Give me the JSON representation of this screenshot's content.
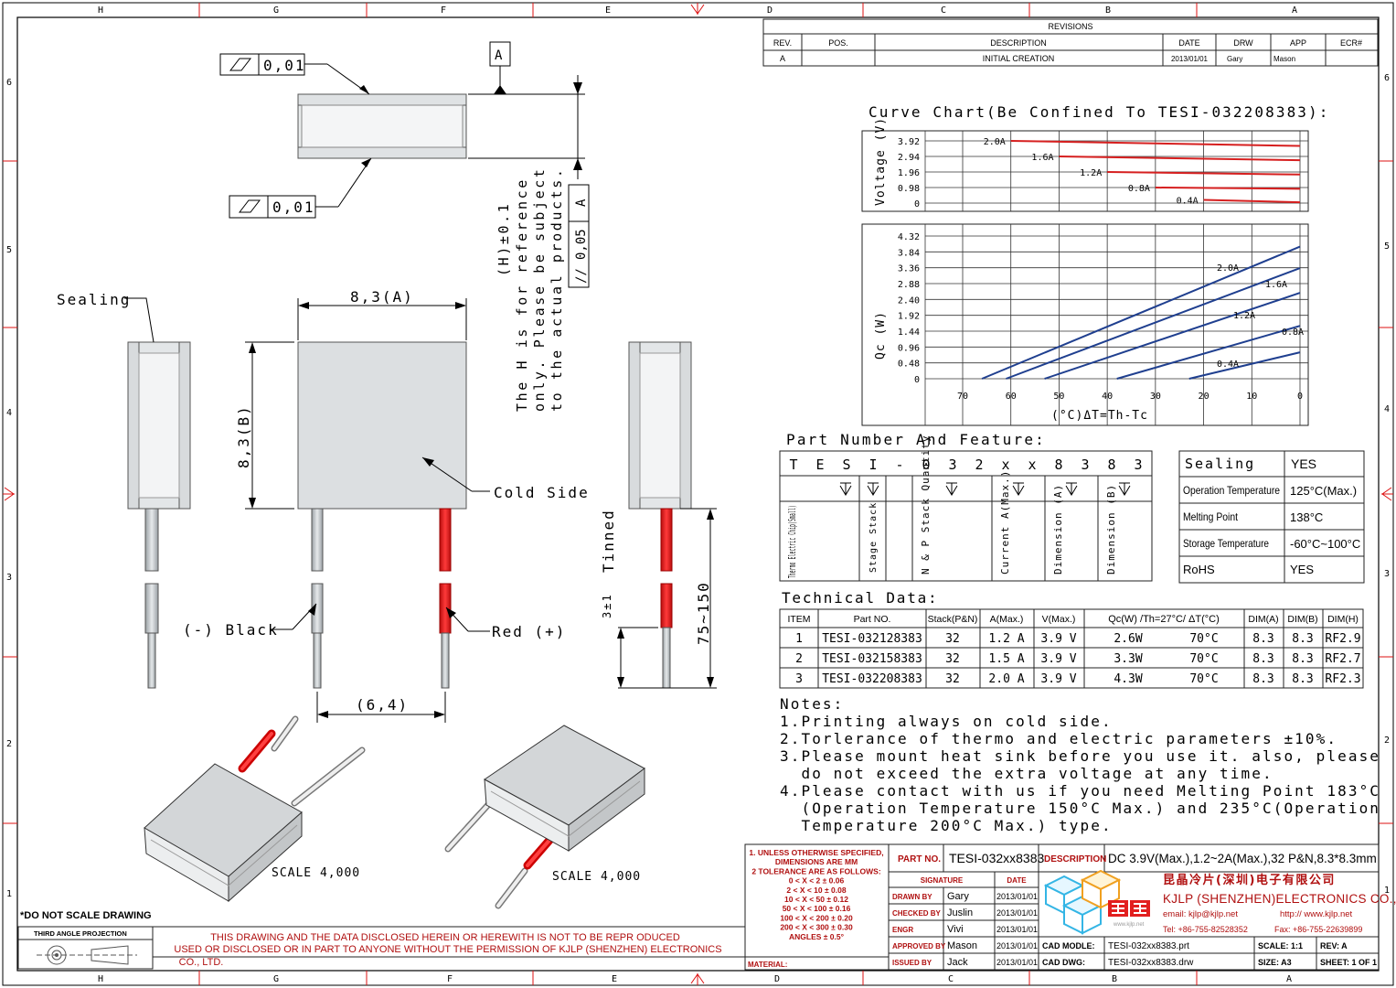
{
  "border": {
    "columns": [
      "H",
      "G",
      "F",
      "E",
      "D",
      "C",
      "B",
      "A"
    ],
    "rows": [
      "6",
      "5",
      "4",
      "3",
      "2",
      "1"
    ]
  },
  "revisions": {
    "title": "REVISIONS",
    "headers": [
      "REV.",
      "POS.",
      "DESCRIPTION",
      "DATE",
      "DRW",
      "APP",
      "ECR#"
    ],
    "row": [
      "A",
      "",
      "INITIAL CREATION",
      "2013/01/01",
      "Gary",
      "Mason",
      ""
    ]
  },
  "top_view": {
    "flatness_1": "0,01",
    "flatness_2": "0,01",
    "datum": "A",
    "parallel_value": "0,05",
    "parallel_datum": "A",
    "h_note": [
      "(H)±0.1",
      "The H is for reference",
      "only. Please be subject",
      "to the actual products."
    ]
  },
  "front_view": {
    "sealing": "Sealing",
    "dim_a": "8,3(A)",
    "dim_b": "8,3(B)",
    "cold_side": "Cold Side",
    "black": "(-) Black",
    "red": "Red (+)",
    "lead_pitch": "(6,4)",
    "tinned": "Tinned",
    "tinned_len": "3±1",
    "lead_len": "75~150"
  },
  "iso_views": {
    "scale_1": "SCALE  4,000",
    "scale_2": "SCALE  4,000"
  },
  "chart_data": [
    {
      "type": "line",
      "title": "Curve Chart(Be Confined To TESI-032208383):",
      "ylabel": "Voltage (V)",
      "y_ticks": [
        "3.92",
        "2.94",
        "1.96",
        "0.98",
        "0"
      ],
      "ylim": [
        0,
        3.92
      ],
      "xlim": [
        70,
        0
      ],
      "series": [
        {
          "name": "2.0A",
          "points": [
            [
              60,
              3.92
            ],
            [
              0,
              3.6
            ]
          ]
        },
        {
          "name": "1.6A",
          "points": [
            [
              50,
              2.94
            ],
            [
              0,
              2.7
            ]
          ]
        },
        {
          "name": "1.2A",
          "points": [
            [
              40,
              1.96
            ],
            [
              0,
              1.8
            ]
          ]
        },
        {
          "name": "0.8A",
          "points": [
            [
              30,
              0.98
            ],
            [
              0,
              0.9
            ]
          ]
        },
        {
          "name": "0.4A",
          "points": [
            [
              20,
              0.2
            ],
            [
              0,
              0.05
            ]
          ]
        }
      ]
    },
    {
      "type": "line",
      "ylabel": "Qc (W)",
      "xlabel": "(°C)ΔT=Th-Tc",
      "y_ticks": [
        "4.32",
        "3.84",
        "3.36",
        "2.88",
        "2.40",
        "1.92",
        "1.44",
        "0.96",
        "0.48",
        "0"
      ],
      "x_ticks": [
        "70",
        "60",
        "50",
        "40",
        "30",
        "20",
        "10",
        "0"
      ],
      "ylim": [
        0,
        4.32
      ],
      "xlim": [
        70,
        0
      ],
      "series": [
        {
          "name": "2.0A",
          "points": [
            [
              66,
              0
            ],
            [
              0,
              4.0
            ]
          ]
        },
        {
          "name": "1.6A",
          "points": [
            [
              61,
              0
            ],
            [
              0,
              3.35
            ]
          ]
        },
        {
          "name": "1.2A",
          "points": [
            [
              53,
              0
            ],
            [
              0,
              2.6
            ]
          ]
        },
        {
          "name": "0.8A",
          "points": [
            [
              38,
              0
            ],
            [
              0,
              1.6
            ]
          ]
        },
        {
          "name": "0.4A",
          "points": [
            [
              23,
              0
            ],
            [
              0,
              0.8
            ]
          ]
        }
      ]
    }
  ],
  "part_number": {
    "title": "Part Number And Feature:",
    "chars": [
      "T",
      "E",
      "S",
      "I",
      "-",
      "0",
      "3",
      "2",
      "x",
      "x",
      "8",
      "3",
      "8",
      "3"
    ],
    "descriptions": [
      "Thermo Electric Chip(Small)",
      "Stage Stack",
      "N & P Stack Quantity",
      "Current A(Max.)",
      "Dimension (A)",
      "Dimension (B)"
    ]
  },
  "features": [
    [
      "Sealing",
      "YES"
    ],
    [
      "Operation Temperature",
      "125°C(Max.)"
    ],
    [
      "Melting Point",
      "138°C"
    ],
    [
      "Storage Temperature",
      "-60°C~100°C"
    ],
    [
      "RoHS",
      "YES"
    ]
  ],
  "technical": {
    "title": "Technical Data:",
    "headers": [
      "ITEM",
      "Part NO.",
      "Stack(P&N)",
      "A(Max.)",
      "V(Max.)",
      "Qc(W) /Th=27°C/ ΔT(°C)",
      "DIM(A)",
      "DIM(B)",
      "DIM(H)"
    ],
    "rows": [
      [
        "1",
        "TESI-032128383",
        "32",
        "1.2 A",
        "3.9 V",
        "2.6W",
        "70°C",
        "8.3",
        "8.3",
        "RF2.9"
      ],
      [
        "2",
        "TESI-032158383",
        "32",
        "1.5 A",
        "3.9 V",
        "3.3W",
        "70°C",
        "8.3",
        "8.3",
        "RF2.7"
      ],
      [
        "3",
        "TESI-032208383",
        "32",
        "2.0 A",
        "3.9 V",
        "4.3W",
        "70°C",
        "8.3",
        "8.3",
        "RF2.3"
      ]
    ]
  },
  "notes": {
    "title": "Notes:",
    "lines": [
      "1.Printing always on cold side.",
      "2.Torlerance of thermo and electric parameters ±10%.",
      "3.Please mount heat sink before you use it. also, please",
      "  do not exceed the extra voltage at any time.",
      "4.Please contact with us if you need Melting Point 183°C",
      "  (Operation Temperature 150°C Max.) and 235°C(Operation",
      "  Temperature 200°C Max.) type."
    ]
  },
  "title_block": {
    "do_not_scale": "*DO NOT SCALE DRAWING",
    "third_angle": "THIRD ANGLE PROJECTION",
    "disclaimer": [
      "THIS DRAWING AND THE DATA DISCLOSED HEREIN OR HEREWITH IS NOT TO BE REPR ODUCED",
      "USED OR DISCLOSED OR IN PART TO ANYONE WITHOUT THE PERMISSION OF KJLP (SHENZHEN) ELECTRONICS",
      "CO., LTD."
    ],
    "tolerance": [
      "1. UNLESS OTHERWISE SPECIFIED,",
      "DIMENSIONS ARE MM",
      "2 TOLERANCE ARE AS FOLLOWS:",
      "0 < X <   2  ± 0.06",
      "2 < X <  10  ± 0.08",
      "10 < X <  50  ± 0.12",
      "50 < X < 100  ± 0.16",
      "100 < X < 200  ± 0.20",
      "200 < X < 300  ± 0.30",
      "ANGLES ± 0.5°"
    ],
    "material_label": "MATERIAL:",
    "part_no_label": "PART NO.",
    "part_no": "TESI-032xx8383",
    "description_label": "DESCRIPTION",
    "description": "DC 3.9V(Max.),1.2~2A(Max.),32 P&N,8.3*8.3mm",
    "signature_label": "SIGNATURE",
    "date_label": "DATE",
    "signatures": [
      [
        "DRAWN BY",
        "Gary",
        "2013/01/01"
      ],
      [
        "CHECKED BY",
        "Juslin",
        "2013/01/01"
      ],
      [
        "ENGR",
        "Vivi",
        "2013/01/01"
      ],
      [
        "APPROVED BY",
        "Mason",
        "2013/01/01"
      ],
      [
        "ISSUED BY",
        "Jack",
        "2013/01/01"
      ]
    ],
    "company_cn": "昆晶冷片(深圳)电子有限公司",
    "company_en": "KJLP (SHENZHEN)ELECTRONICS CO., LTD",
    "email": "email: kjlp@kjlp.net",
    "web": "http:// www.kjlp.net",
    "tel": "Tel: +86-755-82528352",
    "fax": "Fax: +86-755-22639899",
    "logo_text": "www.kjlp.net",
    "cad_model_label": "CAD MODLE:",
    "cad_model": "TESI-032xx8383.prt",
    "cad_dwg_label": "CAD DWG:",
    "cad_dwg": "TESI-032xx8383.drw",
    "scale": "SCALE: 1:1",
    "rev": "REV: A",
    "size": "SIZE: A3",
    "sheet": "SHEET: 1 OF 1"
  },
  "colors": {
    "lead_red": "#e02020",
    "qc_line": "#1f3f8f",
    "v_line": "#d61f1f",
    "ceramic": "#dfe2e4"
  }
}
